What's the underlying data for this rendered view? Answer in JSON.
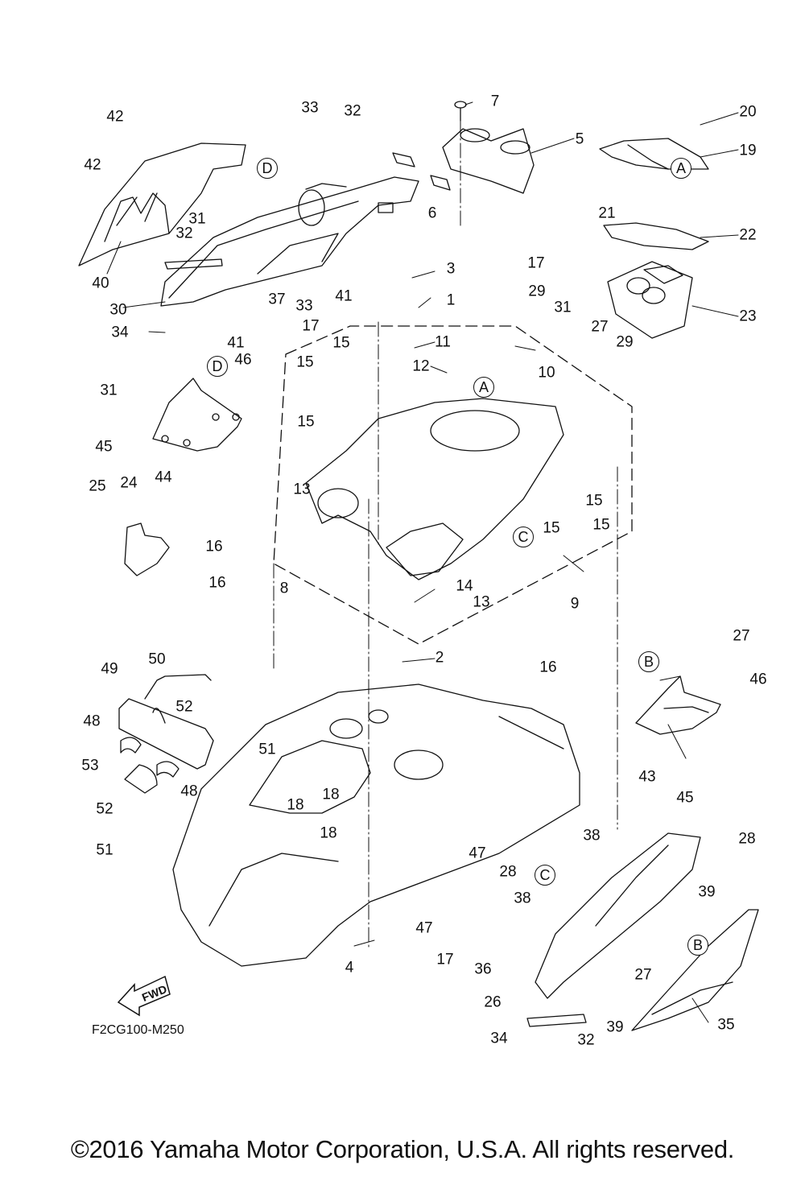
{
  "diagram": {
    "title": "Yamaha personal watercraft deck / hood parts diagram",
    "code": "F2CG100-M250",
    "copyright": "©2016 Yamaha Motor Corporation, U.S.A. All rights reserved.",
    "fwd_label": "FWD",
    "reference_letters": [
      "A",
      "B",
      "C",
      "D"
    ],
    "callouts": {
      "c1": "1",
      "c2": "2",
      "c3": "3",
      "c4": "4",
      "c5": "5",
      "c6": "6",
      "c7": "7",
      "c8": "8",
      "c9": "9",
      "c10": "10",
      "c11": "11",
      "c12": "12",
      "c13a": "13",
      "c13b": "13",
      "c14": "14",
      "c15a": "15",
      "c15b": "15",
      "c15c": "15",
      "c15d": "15",
      "c15e": "15",
      "c15f": "15",
      "c16a": "16",
      "c16b": "16",
      "c16c": "16",
      "c17a": "17",
      "c17b": "17",
      "c17c": "17",
      "c18a": "18",
      "c18b": "18",
      "c18c": "18",
      "c19": "19",
      "c20": "20",
      "c21": "21",
      "c22": "22",
      "c23": "23",
      "c24": "24",
      "c25": "25",
      "c26": "26",
      "c27a": "27",
      "c27b": "27",
      "c27c": "27",
      "c28a": "28",
      "c28b": "28",
      "c29a": "29",
      "c29b": "29",
      "c30": "30",
      "c31a": "31",
      "c31b": "31",
      "c31c": "31",
      "c32a": "32",
      "c32b": "32",
      "c32c": "32",
      "c33a": "33",
      "c33b": "33",
      "c34a": "34",
      "c34b": "34",
      "c35": "35",
      "c36": "36",
      "c37": "37",
      "c38a": "38",
      "c38b": "38",
      "c39a": "39",
      "c39b": "39",
      "c40": "40",
      "c41a": "41",
      "c41b": "41",
      "c42a": "42",
      "c42b": "42",
      "c43": "43",
      "c44": "44",
      "c45a": "45",
      "c45b": "45",
      "c46a": "46",
      "c46b": "46",
      "c47a": "47",
      "c47b": "47",
      "c48a": "48",
      "c48b": "48",
      "c49": "49",
      "c50": "50",
      "c51a": "51",
      "c51b": "51",
      "c52a": "52",
      "c52b": "52",
      "c53": "53"
    },
    "refs": {
      "rA1": "A",
      "rA2": "A",
      "rB1": "B",
      "rB2": "B",
      "rC1": "C",
      "rC2": "C",
      "rD1": "D",
      "rD2": "D"
    }
  }
}
